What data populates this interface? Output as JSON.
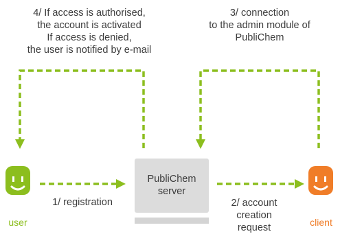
{
  "steps": {
    "step4": "4/ If access is authorised,\nthe account is activated\nIf access is denied,\nthe user is notified by e-mail",
    "step3": "3/ connection\nto the admin module of\nPubliChem",
    "step1": "1/ registration",
    "step2": "2/ account\ncreation\nrequest"
  },
  "server": {
    "label": "PubliChem\nserver"
  },
  "actors": {
    "user": {
      "label": "user",
      "color": "#8cbe1e"
    },
    "client": {
      "label": "client",
      "color": "#f07d28"
    }
  },
  "colors": {
    "arrow": "#8cbe1e",
    "server_box": "#dcdcdc",
    "server_base": "#d4d4d4",
    "text": "#3c3c3c"
  }
}
